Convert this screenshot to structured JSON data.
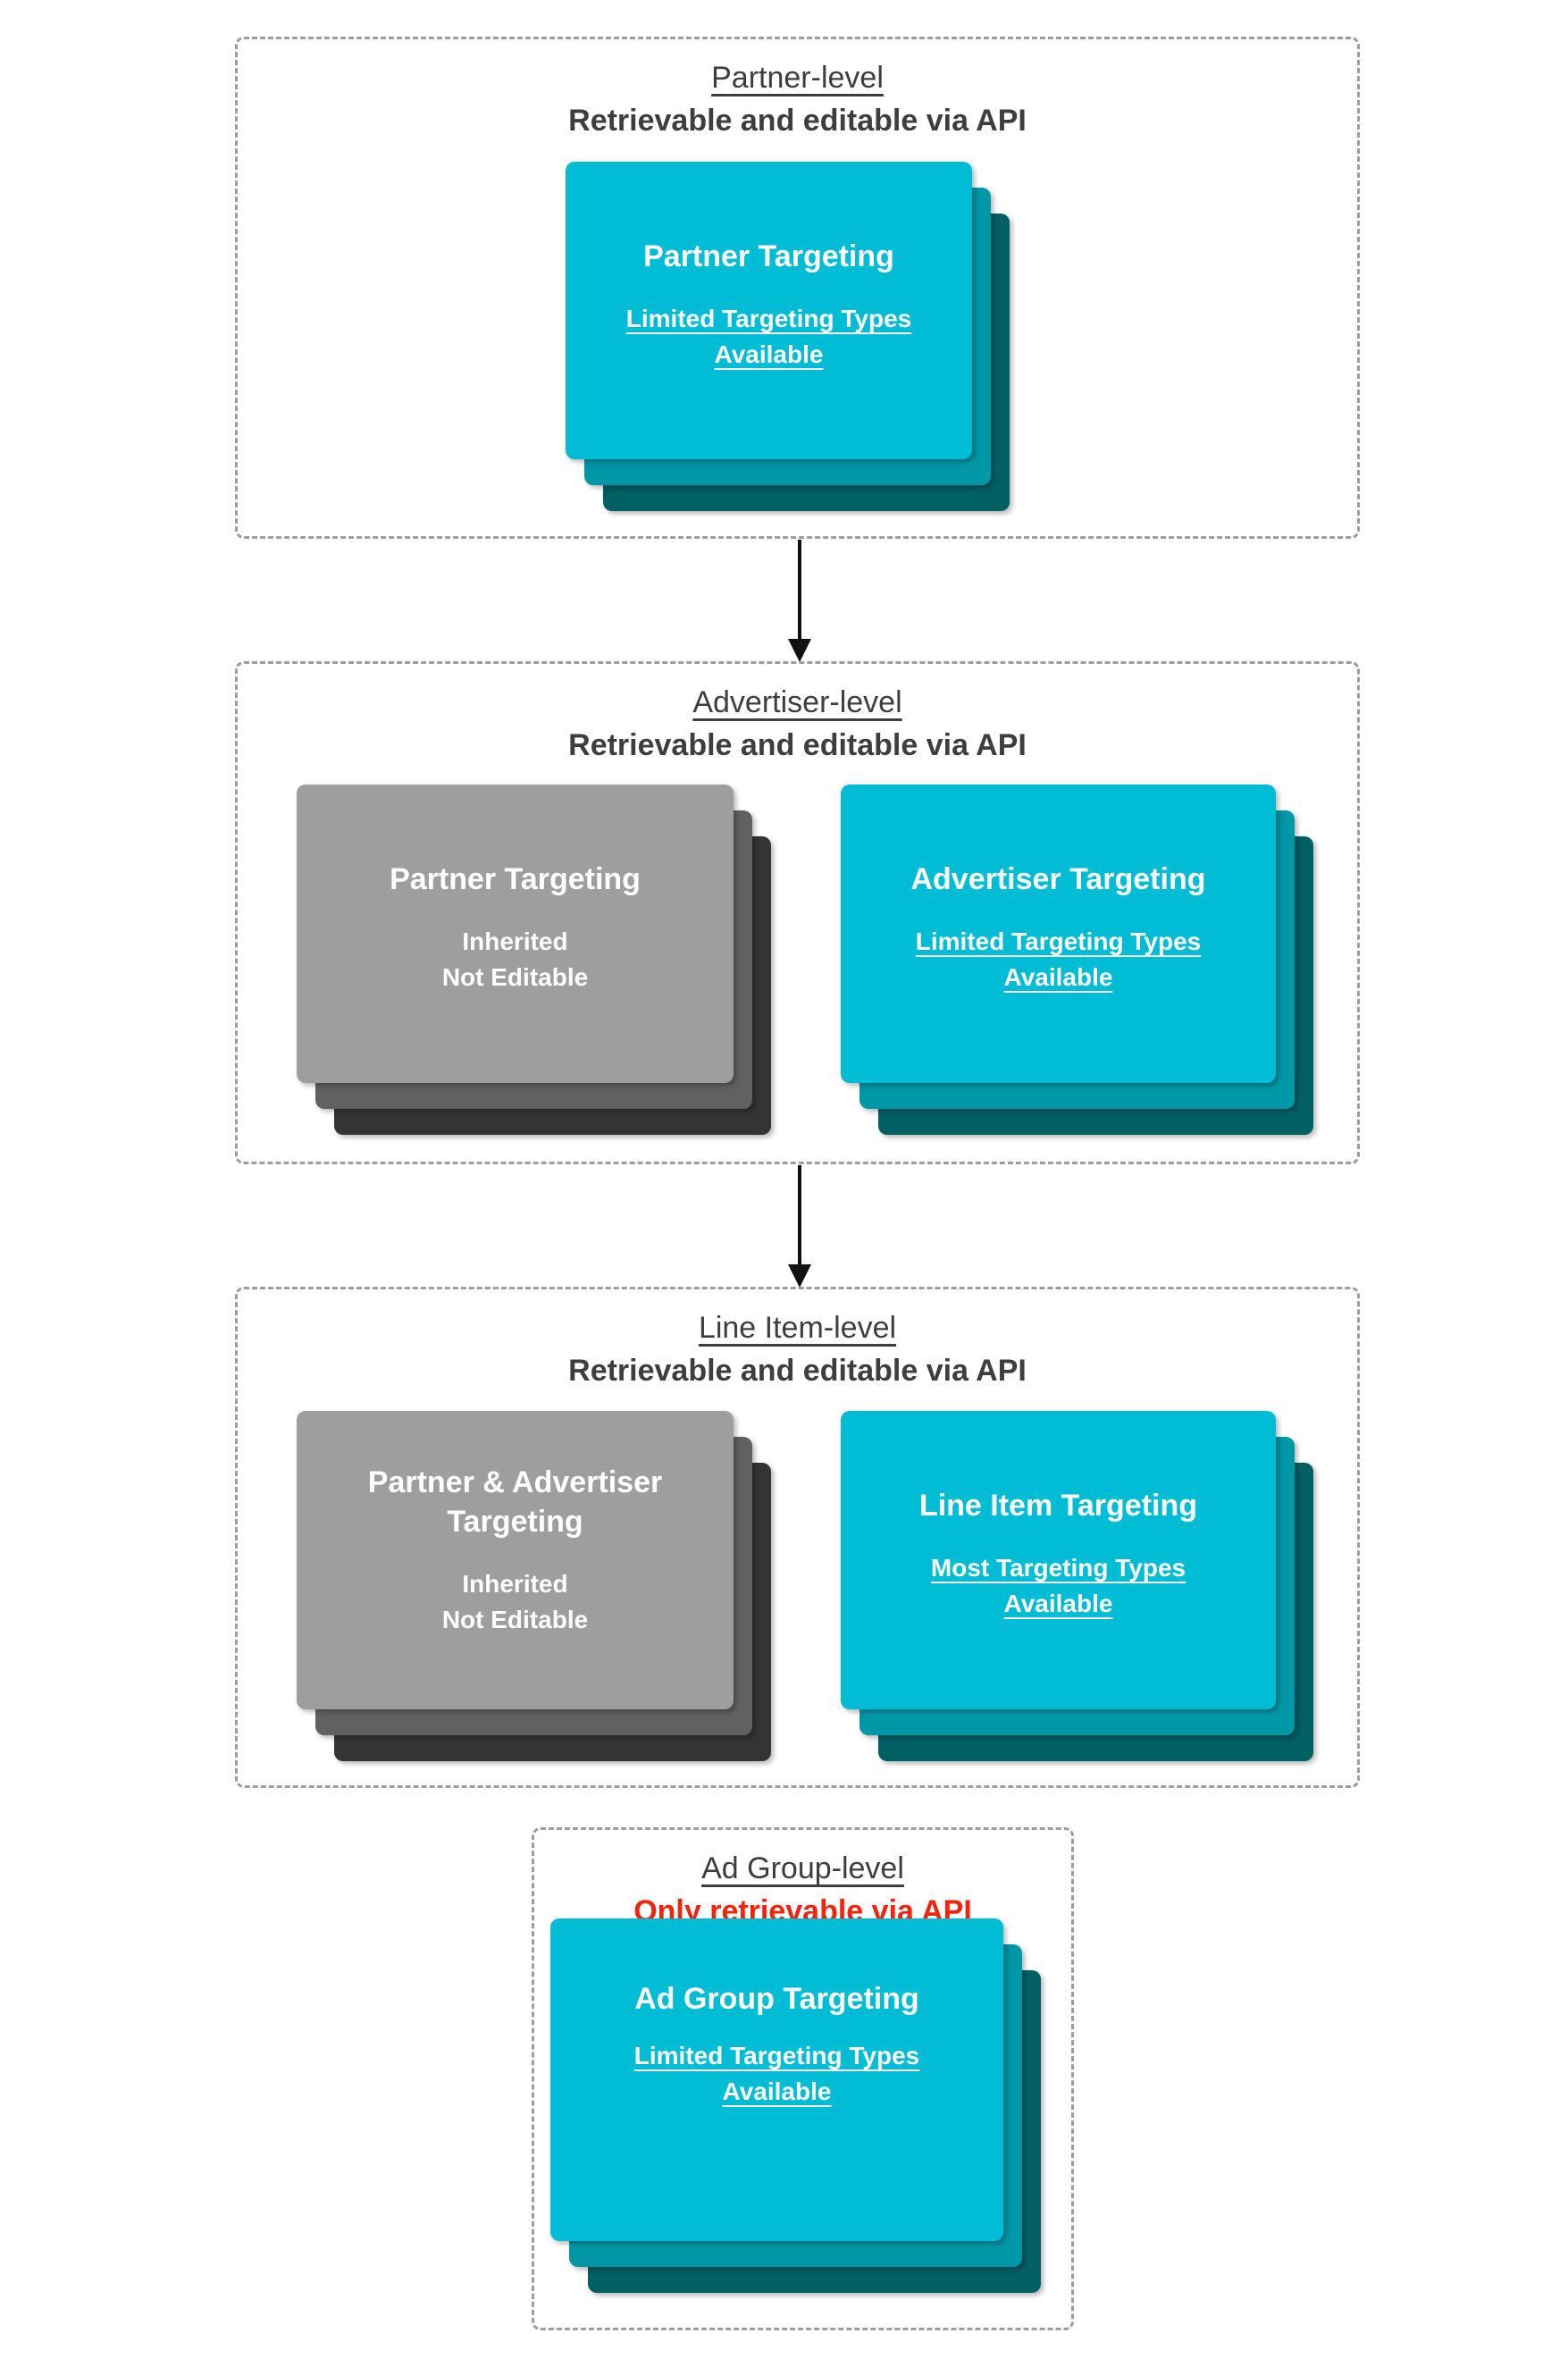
{
  "colors": {
    "cyan": "#00bcd4",
    "teal_mid": "#0097a7",
    "teal_dark": "#006064",
    "gray_front": "#9e9e9e",
    "gray_mid": "#616161",
    "gray_dark": "#343434",
    "text_dark": "#3e3e3e",
    "red": "#f4230d",
    "dash": "#9e9e9e",
    "arrow": "#111111"
  },
  "sections": [
    {
      "title": "Partner-level",
      "subtitle": "Retrievable and editable via API",
      "cards": [
        {
          "variant": "teal",
          "title": "Partner Targeting",
          "lines": [
            "Limited Targeting Types",
            "Available"
          ]
        }
      ]
    },
    {
      "title": "Advertiser-level",
      "subtitle": "Retrievable and editable via API",
      "cards": [
        {
          "variant": "gray",
          "title": "Partner Targeting",
          "lines": [
            "Inherited",
            "Not Editable"
          ]
        },
        {
          "variant": "teal",
          "title": "Advertiser Targeting",
          "lines": [
            "Limited Targeting Types",
            "Available"
          ]
        }
      ]
    },
    {
      "title": "Line Item-level",
      "subtitle": "Retrievable and editable via API",
      "cards": [
        {
          "variant": "gray",
          "title": "Partner & Advertiser Targeting",
          "lines": [
            "Inherited",
            "Not Editable"
          ]
        },
        {
          "variant": "teal",
          "title": "Line Item Targeting",
          "lines": [
            "Most Targeting Types",
            "Available"
          ]
        }
      ]
    },
    {
      "title": "Ad Group-level",
      "subtitle": "Only retrievable via API",
      "subtitle_color": "#f4230d",
      "cards": [
        {
          "variant": "teal",
          "title": "Ad Group Targeting",
          "lines": [
            "Limited Targeting Types",
            "Available"
          ]
        }
      ]
    }
  ]
}
